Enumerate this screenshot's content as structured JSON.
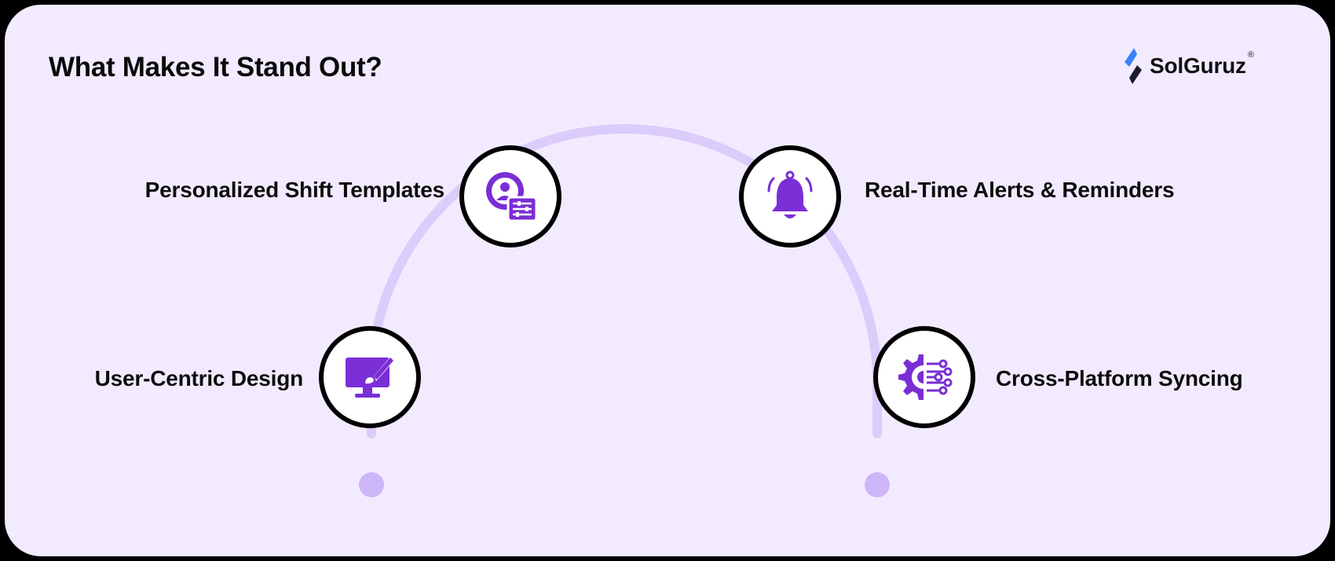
{
  "title": "What Makes It Stand Out?",
  "logo": {
    "name": "SolGuruz",
    "reg": "®"
  },
  "colors": {
    "background": "#f2ebff",
    "track": "#dcccfb",
    "dot": "#cdb6f7",
    "icon": "#7a2ed6"
  },
  "features": [
    {
      "label": "Personalized Shift Templates",
      "icon": "profile-settings-icon"
    },
    {
      "label": "Real-Time Alerts & Reminders",
      "icon": "bell-icon"
    },
    {
      "label": "User-Centric Design",
      "icon": "design-monitor-icon"
    },
    {
      "label": "Cross-Platform Syncing",
      "icon": "gear-circuit-icon"
    }
  ]
}
